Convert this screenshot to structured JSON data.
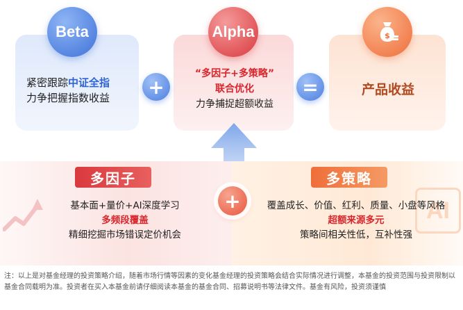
{
  "beta": {
    "bubble": "Beta",
    "line1_a": "紧密跟踪",
    "line1_b": "中证全指",
    "line2": "力争把握指数收益"
  },
  "alpha": {
    "bubble": "Alpha",
    "line1": "“多因子+多策略”",
    "line2": "联合优化",
    "line3": "力争捕捉超额收益"
  },
  "product": {
    "title": "产品收益"
  },
  "operators": {
    "plus": "+",
    "equals": "="
  },
  "multi_factor": {
    "tag": "多因子",
    "line1": "基本面+量价+AI深度学习",
    "line2": "多频段覆盖",
    "line3": "精细挖掘市场错误定价机会"
  },
  "multi_strategy": {
    "tag": "多策略",
    "line1": "覆盖成长、价值、红利、质量、小盘等风格",
    "line2": "超额来源多元",
    "line3": "策略间相关性低，互补性强"
  },
  "note": "注：以上是对基金经理的投资策略介绍，随着市场行情等因素的变化基金经理的投资策略会结合实际情况进行调整，本基金的投资范围与投资限制以基金合同载明为准。投资者在买入本基金前请仔细阅读本基金的基金合同、招募说明书等法律文件。基金有风险，投资须谨慎",
  "colors": {
    "blue": "#3f72d8",
    "red": "#d9393e",
    "orange": "#ef6e3a",
    "highlight_blue": "#2f64d6",
    "highlight_red": "#d9262c"
  }
}
